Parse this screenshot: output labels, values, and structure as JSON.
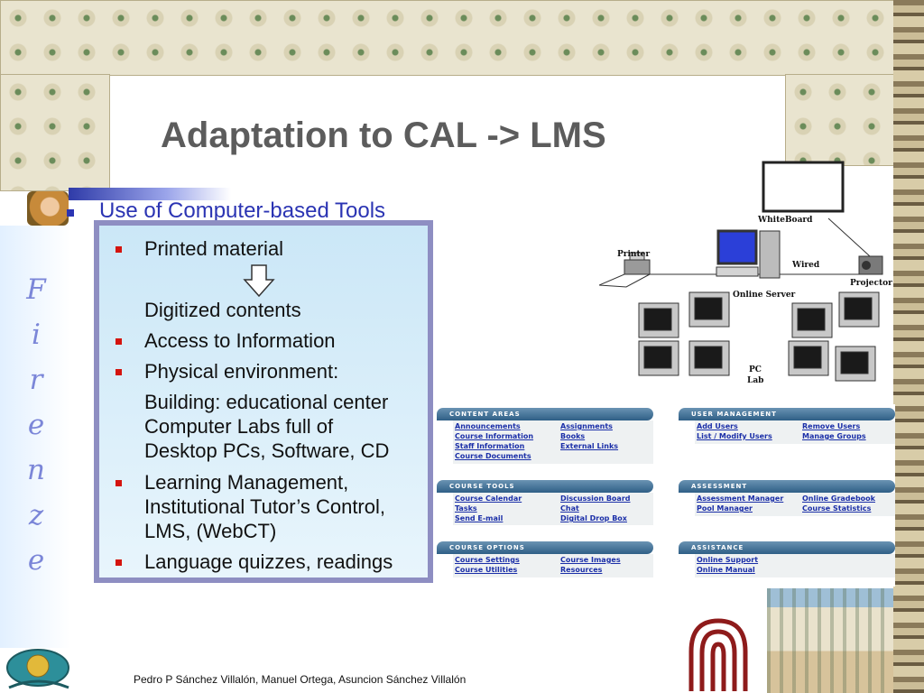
{
  "slide": {
    "title": "Adaptation to CAL -> LMS",
    "heading": "Use of Computer-based Tools",
    "side_text": [
      "F",
      "i",
      "r",
      "e",
      "n",
      "z",
      "e"
    ],
    "items": [
      {
        "text": "Printed material",
        "bullet": true
      },
      {
        "text": "Digitized contents",
        "bullet": false
      },
      {
        "text": "Access to Information",
        "bullet": true
      },
      {
        "text": "Physical environment:",
        "bullet": true
      },
      {
        "text": "Building: educational center",
        "bullet": false
      },
      {
        "text": "Computer Labs full of",
        "bullet": false
      },
      {
        "text": "Desktop PCs, Software, CD",
        "bullet": false
      },
      {
        "text": "Learning Management,",
        "bullet": true
      },
      {
        "text": "Institutional Tutor’s Control,",
        "bullet": false
      },
      {
        "text": "LMS, (WebCT)",
        "bullet": false
      },
      {
        "text": "Language quizzes, readings",
        "bullet": true
      }
    ],
    "footer": "Pedro P  Sánchez Villalón, Manuel Ortega, Asuncion Sánchez Villalón"
  },
  "network": {
    "whiteboard": "WhiteBoard",
    "printer": "Printer",
    "wired": "Wired",
    "projector": "Projector",
    "server": "Online Server",
    "pc": "PC",
    "lab": "Lab"
  },
  "lms": {
    "panels": [
      {
        "title": "CONTENT AREAS",
        "links": [
          "Announcements",
          "Assignments",
          "Course Information",
          "Books",
          "Staff Information",
          "External Links",
          "Course Documents"
        ]
      },
      {
        "title": "USER MANAGEMENT",
        "links": [
          "Add Users",
          "Remove Users",
          "List / Modify Users",
          "Manage Groups"
        ]
      },
      {
        "title": "COURSE TOOLS",
        "links": [
          "Course Calendar",
          "Discussion Board",
          "Tasks",
          "Chat",
          "Send E-mail",
          "Digital Drop Box"
        ]
      },
      {
        "title": "ASSESSMENT",
        "links": [
          "Assessment Manager",
          "Online Gradebook",
          "Pool Manager",
          "Course Statistics"
        ]
      },
      {
        "title": "COURSE OPTIONS",
        "links": [
          "Course Settings",
          "Course Images",
          "Course Utilities",
          "Resources"
        ]
      },
      {
        "title": "ASSISTANCE",
        "links": [
          "Online Support",
          "Online Manual"
        ]
      }
    ]
  },
  "colors": {
    "heading_blue": "#2b34b3",
    "bullet_red": "#d4140e",
    "box_border": "#8e8ec2",
    "link_blue": "#1b2fa8",
    "side_text": "#7b86d8"
  }
}
